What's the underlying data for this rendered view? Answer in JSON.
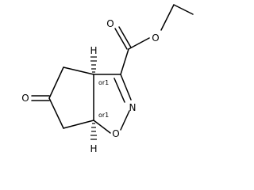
{
  "structure": {
    "atoms": {
      "carbonyl_oxygen": "O",
      "ester_double_oxygen": "O",
      "ester_single_oxygen": "O",
      "ring_oxygen": "O",
      "ring_nitrogen": "N",
      "stereo_hydrogen_top": "H",
      "stereo_hydrogen_bottom": "H"
    },
    "stereo_descriptors": {
      "top": "or1",
      "bottom": "or1"
    },
    "colors": {
      "bond": "#000000",
      "text": "#000000",
      "background": "#ffffff"
    }
  }
}
